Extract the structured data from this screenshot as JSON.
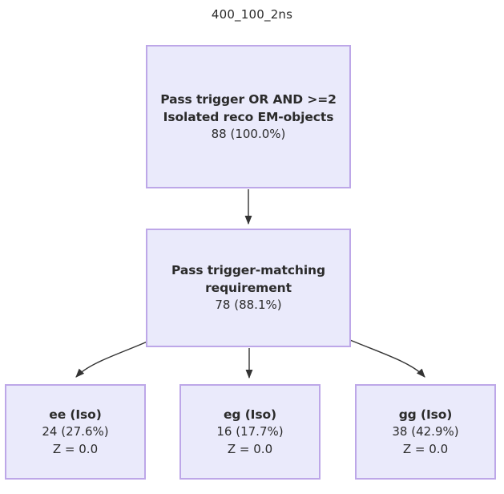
{
  "title": "400_100_2ns",
  "colors": {
    "node_fill": "#eaeafb",
    "node_border": "#bda7e8",
    "edge": "#333333",
    "text": "#2b2b2b",
    "background": "#ffffff"
  },
  "nodes": {
    "root": {
      "label": "Pass trigger OR AND >=2 Isolated reco EM-objects",
      "count": "88 (100.0%)"
    },
    "match": {
      "label": "Pass trigger-matching requirement",
      "count": "78 (88.1%)"
    },
    "ee": {
      "label": "ee (Iso)",
      "count": "24 (27.6%)",
      "extra": "Z = 0.0"
    },
    "eg": {
      "label": "eg (Iso)",
      "count": "16 (17.7%)",
      "extra": "Z = 0.0"
    },
    "gg": {
      "label": "gg (Iso)",
      "count": "38 (42.9%)",
      "extra": "Z = 0.0"
    }
  },
  "edges": [
    {
      "from": "root",
      "to": "match",
      "style": "straight"
    },
    {
      "from": "match",
      "to": "ee",
      "style": "curved-left"
    },
    {
      "from": "match",
      "to": "eg",
      "style": "straight"
    },
    {
      "from": "match",
      "to": "gg",
      "style": "curved-right"
    }
  ]
}
